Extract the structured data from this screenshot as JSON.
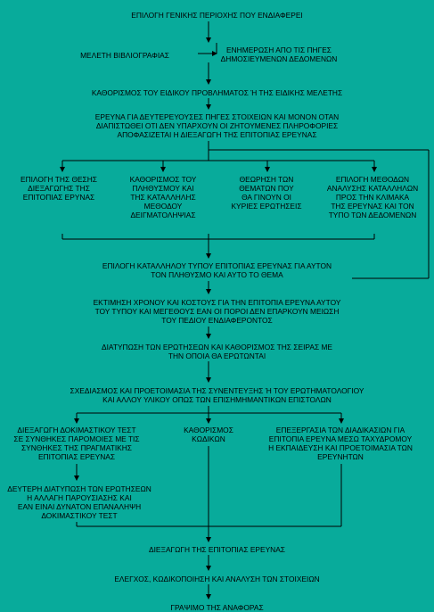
{
  "nodes": {
    "n1": [
      "ΕΠΙΛΟΓΗ ΓΕΝΙΚΗΣ ΠΕΡΙΟΧΗΣ ΠΟΥ ΕΝΔΙΑΦΕΡΕΙ"
    ],
    "n2": [
      "ΜΕΛΕΤΗ ΒΙΒΛΙΟΓΡΑΦΙΑΣ"
    ],
    "n3": [
      "ΕΝΗΜΕΡΩΣΗ ΑΠΟ ΤΙΣ ΠΗΓΕΣ",
      "ΔΗΜΟΣΙΕΥΜΕΝΩΝ ΔΕΔΟΜΕΝΩΝ"
    ],
    "n4": [
      "ΚΑΘΟΡΙΣΜΟΣ ΤΟΥ ΕΙΔΙΚΟΥ ΠΡΟΒΛΗΜΑΤΟΣ Ή ΤΗΣ ΕΙΔΙΚΗΣ ΜΕΛΕΤΗΣ"
    ],
    "n5": [
      "ΕΡΕΥΝΑ ΓΙΑ ΔΕΥΤΕΡΕΥΟΥΣΕΣ ΠΗΓΕΣ ΣΤΟΙΧΕΙΩΝ ΚΑΙ ΜΟΝΟΝ ΟΤΑΝ",
      "ΔΙΑΠΙΣΤΩΘΕΙ ΟΤΙ ΔΕΝ ΥΠΑΡΧΟΥΝ ΟΙ ΖΗΤΟΥΜΕΝΕΣ ΠΛΗΡΟΦΟΡΙΕΣ",
      "ΑΠΟΦΑΣΙΖΕΤΑΙ Η ΔΙΕΞΑΓΩΓΗ ΤΗΣ ΕΠΙΤΟΠΙΑΣ ΕΡΕΥΝΑΣ"
    ],
    "n6a": [
      "ΕΠΙΛΟΓΗ ΤΗΣ ΘΕΣΗΣ",
      "ΔΙΕΞΑΓΩΓΗΣ ΤΗΣ",
      "ΕΠΙΤΟΠΙΑΣ ΕΡΥΝΑΣ"
    ],
    "n6b": [
      "ΚΑΘΟΡΙΣΜΟΣ ΤΟΥ",
      "ΠΛΗΘΥΣΜΟΥ ΚΑΙ",
      "ΤΗΣ ΚΑΤΑΛΛΗΛΗΣ",
      "ΜΕΘΟΔΟΥ",
      "ΔΕΙΓΜΑΤΟΛΗΨΙΑΣ"
    ],
    "n6c": [
      "ΘΕΩΡΗΣΗ ΤΩΝ",
      "ΘΕΜΑΤΩΝ ΠΟΥ",
      "ΘΑ ΓΙΝΟΥΝ ΟΙ",
      "ΚΥΡΙΕΣ ΕΡΩΤΗΣΕΙΣ"
    ],
    "n6d": [
      "ΕΠΙΛΟΓΗ ΜΕΘΟΔΩΝ",
      "ΑΝΑΛΥΣΗΣ ΚΑΤΑΛΛΗΛΩΝ",
      "ΠΡΟΣ ΤΗΝ ΚΛΙΜΑΚΑ",
      "ΤΗΣ ΕΡΕΥΝΑΣ ΚΑΙ ΤΟΝ",
      "ΤΥΠΟ ΤΩΝ ΔΕΔΟΜΕΝΩΝ"
    ],
    "n7": [
      "ΕΠΙΛΟΓΗ ΚΑΤΑΛΛΗΛΟΥ ΤΥΠΟΥ ΕΠΙΤΟΠΙΑΣ ΕΡΕΥΝΑΣ ΓΙΑ ΑΥΤΟΝ",
      "ΤΟΝ ΠΛΗΘΥΣΜΟ ΚΑΙ ΑΥΤΟ ΤΟ ΘΕΜΑ"
    ],
    "n8": [
      "ΕΚΤΙΜΗΣΗ ΧΡΟΝΟΥ ΚΑΙ ΚΟΣΤΟΥΣ ΓΙΑ ΤΗΝ ΕΠΙΤΟΠΙΑ ΕΡΕΥΝΑ ΑΥΤΟΥ",
      "ΤΟΥ ΤΥΠΟΥ ΚΑΙ ΜΕΓΕΘΟΥΣ ΕΑΝ ΟΙ ΠΟΡΟΙ ΔΕΝ ΕΠΑΡΚΟΥΝ ΜΕΙΩΣΗ",
      "ΤΟΥ ΠΕΔΙΟΥ ΕΝΔΙΑΦΕΡΟΝΤΟΣ"
    ],
    "n9": [
      "ΔΙΑΤΥΠΩΣΗ ΤΩΝ ΕΡΩΤΗΣΕΩΝ ΚΑΙ ΚΑΘΟΡΙΣΜΟΣ ΤΗΣ ΣΕΙΡΑΣ ΜΕ",
      "ΤΗΝ ΟΠΟΙΑ ΘΑ ΕΡΩΤΩΝΤΑΙ"
    ],
    "n10": [
      "ΣΧΕΔΙΑΣΜΟΣ ΚΑΙ ΠΡΟΕΤΟΙΜΑΣΙΑ ΤΗΣ ΣΥΝΕΝΤΕΥΞΗΣ Ή ΤΟΥ ΕΡΩΤΗΜΑΤΟΛΟΓΙΟΥ",
      "ΚΑΙ ΑΛΛΟΥ ΥΛΙΚΟΥ ΟΠΩΣ ΤΩΝ ΕΠΙΣΗΜΗΜΑΝΤΙΚΩΝ ΕΠΙΣΤΟΛΩΝ"
    ],
    "n11a": [
      "ΔΙΕΞΑΓΩΓΗ ΔΟΚΙΜΑΣΤΙΚΟΥ ΤΕΣΤ",
      "ΣΕ ΣΥΝΘΗΚΕΣ ΠΑΡΟΜΟΙΕΣ ΜΕ ΤΙΣ",
      "ΣΥΝΘΗΚΕΣ ΤΗΣ ΠΡΑΓΜΑΤΙΚΗΣ",
      "ΕΠΙΤΟΠΙΑΣ ΕΡΕΥΝΑΣ"
    ],
    "n11b": [
      "ΚΑΘΟΡΙΣΜΟΣ",
      "ΚΩΔΙΚΩΝ"
    ],
    "n11c": [
      "ΕΠΕΞΕΡΓΑΣΙΑ ΤΩΝ ΔΙΑΔΙΚΑΣΙΩΝ ΓΙΑ",
      "ΕΠΙΤΟΠΙΑ ΕΡΕΥΝΑ  ΜΕΣΩ ΤΑΧΥΔΡΟΜΟΥ",
      "Η ΕΚΠΑΙΔΕΥΣΗ ΚΑΙ ΠΡΟΕΤΟΙΜΑΣΙΑ ΤΩΝ",
      "ΕΡΕΥΝΗΤΩΝ"
    ],
    "n12": [
      "ΔΕΥΤΕΡΗ ΔΙΑΤΥΠΩΣΗ ΤΩΝ ΕΡΩΤΗΣΕΩΝ",
      "Η ΑΛΛΑΓΗ ΠΑΡΟΥΣΙΑΣΗΣ ΚΑΙ",
      "ΕΑΝ ΕΙΝΑΙ ΔΥΝΑΤΟΝ ΕΠΑΝΑΛΗΨΗ",
      "ΔΟΚΙΜΑΣΤΙΚΟΥ ΤΕΣΤ"
    ],
    "n13": [
      "ΔΙΕΞΑΓΩΓΗ ΤΗΣ ΕΠΙΤΟΠΙΑΣ ΕΡΕΥΝΑΣ"
    ],
    "n14": [
      "ΕΛΕΓΧΟΣ, ΚΩΔΙΚΟΠΟΙΗΣΗ ΚΑΙ ΑΝΑΛΥΣΗ ΤΩΝ ΣΤΟΙΧΕΙΩΝ"
    ],
    "n15": [
      "ΓΡΑΨΙΜΟ ΤΗΣ ΑΝΑΦΟΡΑΣ"
    ]
  },
  "colors": {
    "background": "#08ab9b",
    "line": "#000000",
    "text": "#000000"
  }
}
